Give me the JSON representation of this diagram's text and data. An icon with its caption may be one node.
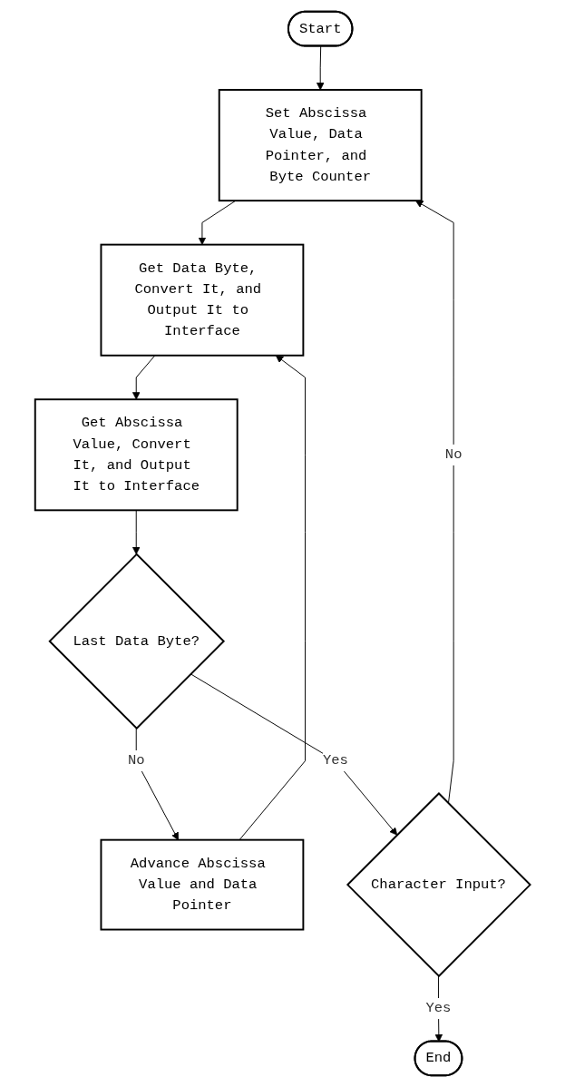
{
  "diagram": {
    "nodes": [
      {
        "text": [
          "Start"
        ]
      },
      {
        "text": [
          "Set Abscissa Value, Data Pointer, and Byte Counter"
        ]
      },
      {
        "text": [
          "Get Data Byte, Convert It, and Output It to Interface"
        ]
      },
      {
        "text": [
          "Get Abscissa Value, Convert It, and Output It to Interface"
        ]
      },
      {
        "text": [
          "Last Data Byte?"
        ]
      },
      {
        "text": [
          "Advance Abscissa Value and Data Pointer"
        ]
      },
      {
        "text": [
          "Character Input?"
        ]
      },
      {
        "text": [
          "End"
        ]
      }
    ],
    "edges": [
      {
        "from": 0,
        "to": 1,
        "arrow": "to"
      },
      {
        "from": 1,
        "to": 2,
        "arrow": "to"
      },
      {
        "from": 2,
        "to": 3,
        "arrow": "to"
      },
      {
        "from": 3,
        "to": 4,
        "arrow": "to"
      },
      {
        "from": 4,
        "to": 5,
        "arrow": "to",
        "label": "No"
      },
      {
        "from": 5,
        "to": 2,
        "arrow": "to"
      },
      {
        "from": 4,
        "to": 6,
        "arrow": "to",
        "label": "Yes"
      },
      {
        "from": 6,
        "to": 1,
        "arrow": "to",
        "label": "No"
      },
      {
        "from": 6,
        "to": 7,
        "arrow": "to",
        "label": "Yes"
      }
    ]
  }
}
